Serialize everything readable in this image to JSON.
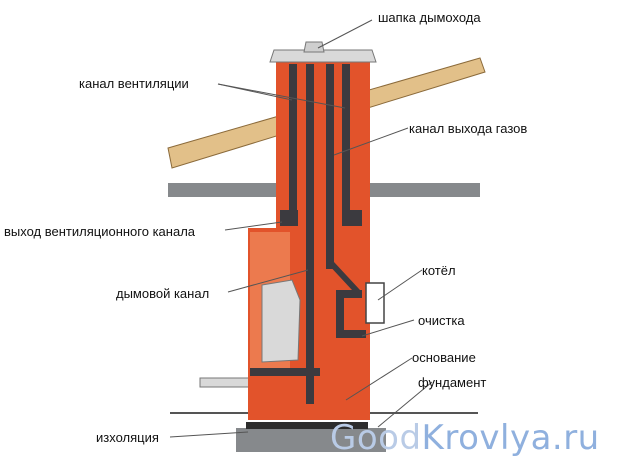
{
  "labels": {
    "cap": "шапка дымохода",
    "vent_channel": "канал вентиляции",
    "gas_outlet": "канал выхода газов",
    "vent_exit": "выход вентиляционного канала",
    "smoke_channel": "дымовой канал",
    "boiler": "котёл",
    "cleaning": "очистка",
    "base": "основание",
    "foundation": "фундамент",
    "insulation": "изхоляция"
  },
  "watermark": {
    "part1": "Good",
    "part2": "Krovlya.ru"
  },
  "colors": {
    "brick": "#e2532b",
    "brick_light": "#ec7a4e",
    "channel": "#3b3a3f",
    "cap": "#d9d9d9",
    "roof": "#e2c089",
    "beam": "#86898c",
    "line": "#444444",
    "watermark_light": "#b9cbe6",
    "watermark_dark": "#8fb0de"
  }
}
